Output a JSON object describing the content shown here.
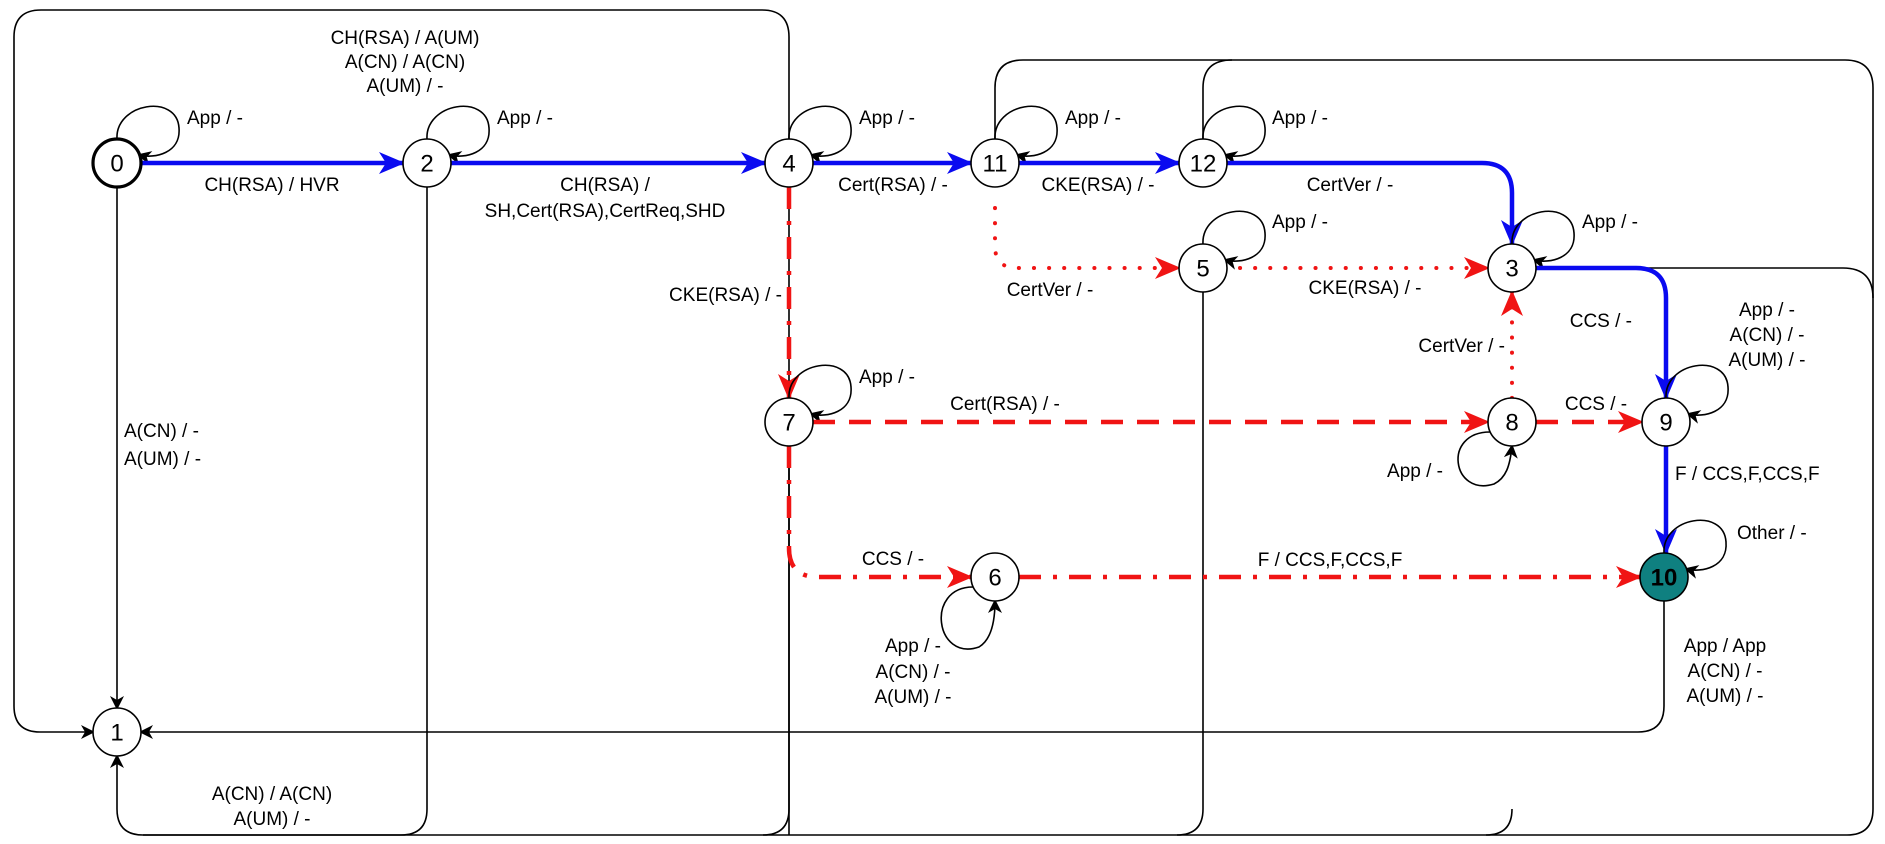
{
  "diagram": {
    "type": "state-machine",
    "colors": {
      "happy_path": "#0a0af0",
      "alternate_path": "#f01414",
      "final_state_fill": "#0f8080",
      "default_edge": "#000000"
    },
    "states": [
      {
        "id": "0",
        "label": "0",
        "initial": true
      },
      {
        "id": "1",
        "label": "1"
      },
      {
        "id": "2",
        "label": "2"
      },
      {
        "id": "3",
        "label": "3"
      },
      {
        "id": "4",
        "label": "4"
      },
      {
        "id": "5",
        "label": "5"
      },
      {
        "id": "6",
        "label": "6"
      },
      {
        "id": "7",
        "label": "7"
      },
      {
        "id": "8",
        "label": "8"
      },
      {
        "id": "9",
        "label": "9"
      },
      {
        "id": "10",
        "label": "10",
        "final": true
      },
      {
        "id": "11",
        "label": "11"
      },
      {
        "id": "12",
        "label": "12"
      }
    ],
    "transitions": [
      {
        "id": "t0-0",
        "from": "0",
        "to": "0",
        "style": "plain",
        "label": [
          "App / -"
        ]
      },
      {
        "id": "t0-2",
        "from": "0",
        "to": "2",
        "style": "blue",
        "label": [
          "CH(RSA) / HVR"
        ]
      },
      {
        "id": "t0-1",
        "from": "0",
        "to": "1",
        "style": "plain",
        "label": [
          "A(CN) / -",
          "A(UM) / -"
        ]
      },
      {
        "id": "t2-2",
        "from": "2",
        "to": "2",
        "style": "plain",
        "label": [
          "App / -"
        ]
      },
      {
        "id": "t2-4",
        "from": "2",
        "to": "4",
        "style": "blue",
        "label": [
          "CH(RSA) /",
          "SH,Cert(RSA),CertReq,SHD"
        ]
      },
      {
        "id": "t2-1",
        "from": "2",
        "to": "1",
        "style": "plain",
        "label": [
          "A(CN) / A(CN)",
          "A(UM) / -"
        ]
      },
      {
        "id": "t4-1",
        "from": "4",
        "to": "1",
        "style": "plain",
        "label": [
          "CH(RSA) / A(UM)",
          "A(CN) / A(CN)",
          "A(UM) / -"
        ]
      },
      {
        "id": "t4-4",
        "from": "4",
        "to": "4",
        "style": "plain",
        "label": [
          "App / -"
        ]
      },
      {
        "id": "t4-11",
        "from": "4",
        "to": "11",
        "style": "blue",
        "label": [
          "Cert(RSA) / -"
        ]
      },
      {
        "id": "t4-7",
        "from": "4",
        "to": "7",
        "style": "red-dashdot",
        "label": [
          "CKE(RSA) / -"
        ]
      },
      {
        "id": "t11-11",
        "from": "11",
        "to": "11",
        "style": "plain",
        "label": [
          "App / -"
        ]
      },
      {
        "id": "t11-12",
        "from": "11",
        "to": "12",
        "style": "blue",
        "label": [
          "CKE(RSA) / -"
        ]
      },
      {
        "id": "t11-5",
        "from": "11",
        "to": "5",
        "style": "red-dot",
        "label": [
          "CertVer / -"
        ]
      },
      {
        "id": "t12-12",
        "from": "12",
        "to": "12",
        "style": "plain",
        "label": [
          "App / -"
        ]
      },
      {
        "id": "t12-3",
        "from": "12",
        "to": "3",
        "style": "blue",
        "label": [
          "CertVer / -"
        ]
      },
      {
        "id": "t5-5",
        "from": "5",
        "to": "5",
        "style": "plain",
        "label": [
          "App / -"
        ]
      },
      {
        "id": "t5-3",
        "from": "5",
        "to": "3",
        "style": "red-dot",
        "label": [
          "CKE(RSA) / -"
        ]
      },
      {
        "id": "t3-3",
        "from": "3",
        "to": "3",
        "style": "plain",
        "label": [
          "App / -"
        ]
      },
      {
        "id": "t3-9",
        "from": "3",
        "to": "9",
        "style": "blue",
        "label": [
          "CCS / -"
        ]
      },
      {
        "id": "t7-7",
        "from": "7",
        "to": "7",
        "style": "plain",
        "label": [
          "App / -"
        ]
      },
      {
        "id": "t7-8",
        "from": "7",
        "to": "8",
        "style": "red-dash",
        "label": [
          "Cert(RSA) / -"
        ]
      },
      {
        "id": "t7-6",
        "from": "7",
        "to": "6",
        "style": "red-dashdot",
        "label": [
          "CCS / -"
        ]
      },
      {
        "id": "t8-8",
        "from": "8",
        "to": "8",
        "style": "plain",
        "label": [
          "App / -"
        ]
      },
      {
        "id": "t8-3",
        "from": "8",
        "to": "3",
        "style": "red-dot",
        "label": [
          "CertVer / -"
        ]
      },
      {
        "id": "t8-9",
        "from": "8",
        "to": "9",
        "style": "red-dash",
        "label": [
          "CCS / -"
        ]
      },
      {
        "id": "t9-9",
        "from": "9",
        "to": "9",
        "style": "plain",
        "label": [
          "App / -",
          "A(CN) / -",
          "A(UM) / -"
        ]
      },
      {
        "id": "t9-10",
        "from": "9",
        "to": "10",
        "style": "blue",
        "label": [
          "F / CCS,F,CCS,F"
        ]
      },
      {
        "id": "t6-6",
        "from": "6",
        "to": "6",
        "style": "plain",
        "label": [
          "App / -",
          "A(CN) / -",
          "A(UM) / -"
        ]
      },
      {
        "id": "t6-10",
        "from": "6",
        "to": "10",
        "style": "red-dashdot",
        "label": [
          "F / CCS,F,CCS,F"
        ]
      },
      {
        "id": "t10-10",
        "from": "10",
        "to": "10",
        "style": "plain",
        "label": [
          "Other / -"
        ]
      },
      {
        "id": "t10-1",
        "from": "10",
        "to": "1",
        "style": "plain",
        "label": [
          "App / App",
          "A(CN) / -",
          "A(UM) / -"
        ]
      }
    ]
  }
}
